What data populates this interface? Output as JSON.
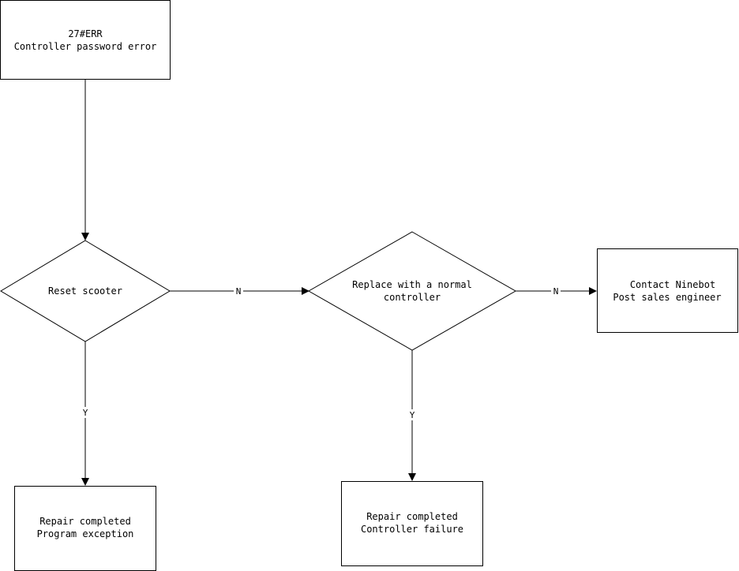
{
  "nodes": {
    "start": {
      "line1": "27#ERR",
      "line2": "Controller password error"
    },
    "reset": {
      "line1": "Reset scooter"
    },
    "replace": {
      "line1": "Replace with a normal",
      "line2": "controller"
    },
    "contact": {
      "line1": "Contact Ninebot",
      "line2": "Post sales engineer"
    },
    "repair_program": {
      "line1": "Repair completed",
      "line2": "Program exception"
    },
    "repair_controller": {
      "line1": "Repair completed",
      "line2": "Controller failure"
    }
  },
  "edges": {
    "reset_no": "N",
    "reset_yes": "Y",
    "replace_no": "N",
    "replace_yes": "Y"
  },
  "colors": {
    "stroke": "#000000",
    "background": "#ffffff"
  }
}
